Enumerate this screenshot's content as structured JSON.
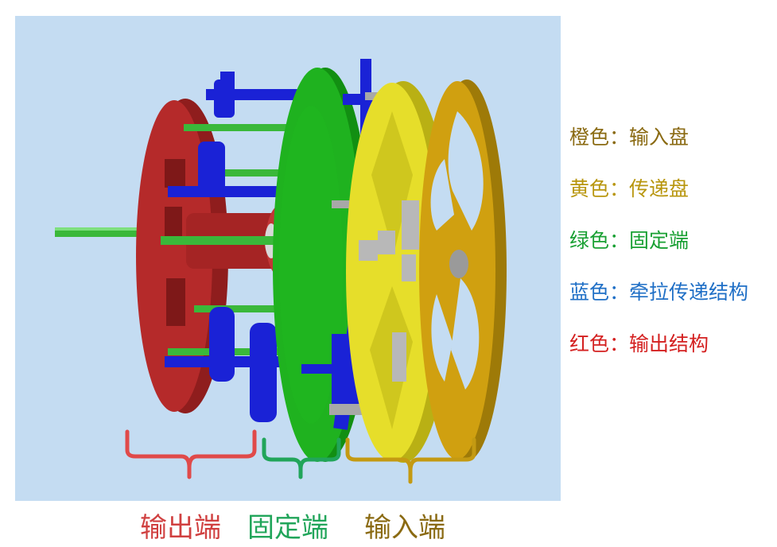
{
  "legend": [
    {
      "text": "橙色：输入盘",
      "color": "#8a6a12"
    },
    {
      "text": "黄色：传递盘",
      "color": "#b8960e"
    },
    {
      "text": "绿色：固定端",
      "color": "#19a033"
    },
    {
      "text": "蓝色：牵拉传递结构",
      "color": "#1f6fc6"
    },
    {
      "text": "红色：输出结构",
      "color": "#d42020"
    }
  ],
  "sections": {
    "output": {
      "label": "输出端",
      "color": "#d04040"
    },
    "fixed": {
      "label": "固定端",
      "color": "#21a55a"
    },
    "input": {
      "label": "输入端",
      "color": "#8a6a12"
    }
  },
  "colors": {
    "viewport_bg": "#c4dcf2",
    "orange_disk": "#d0a010",
    "yellow_disk": "#e6de2a",
    "green_disk": "#1fb21f",
    "blue_parts": "#1a22d6",
    "red_parts": "#b52a2a",
    "steel": "#a8a8a8"
  }
}
